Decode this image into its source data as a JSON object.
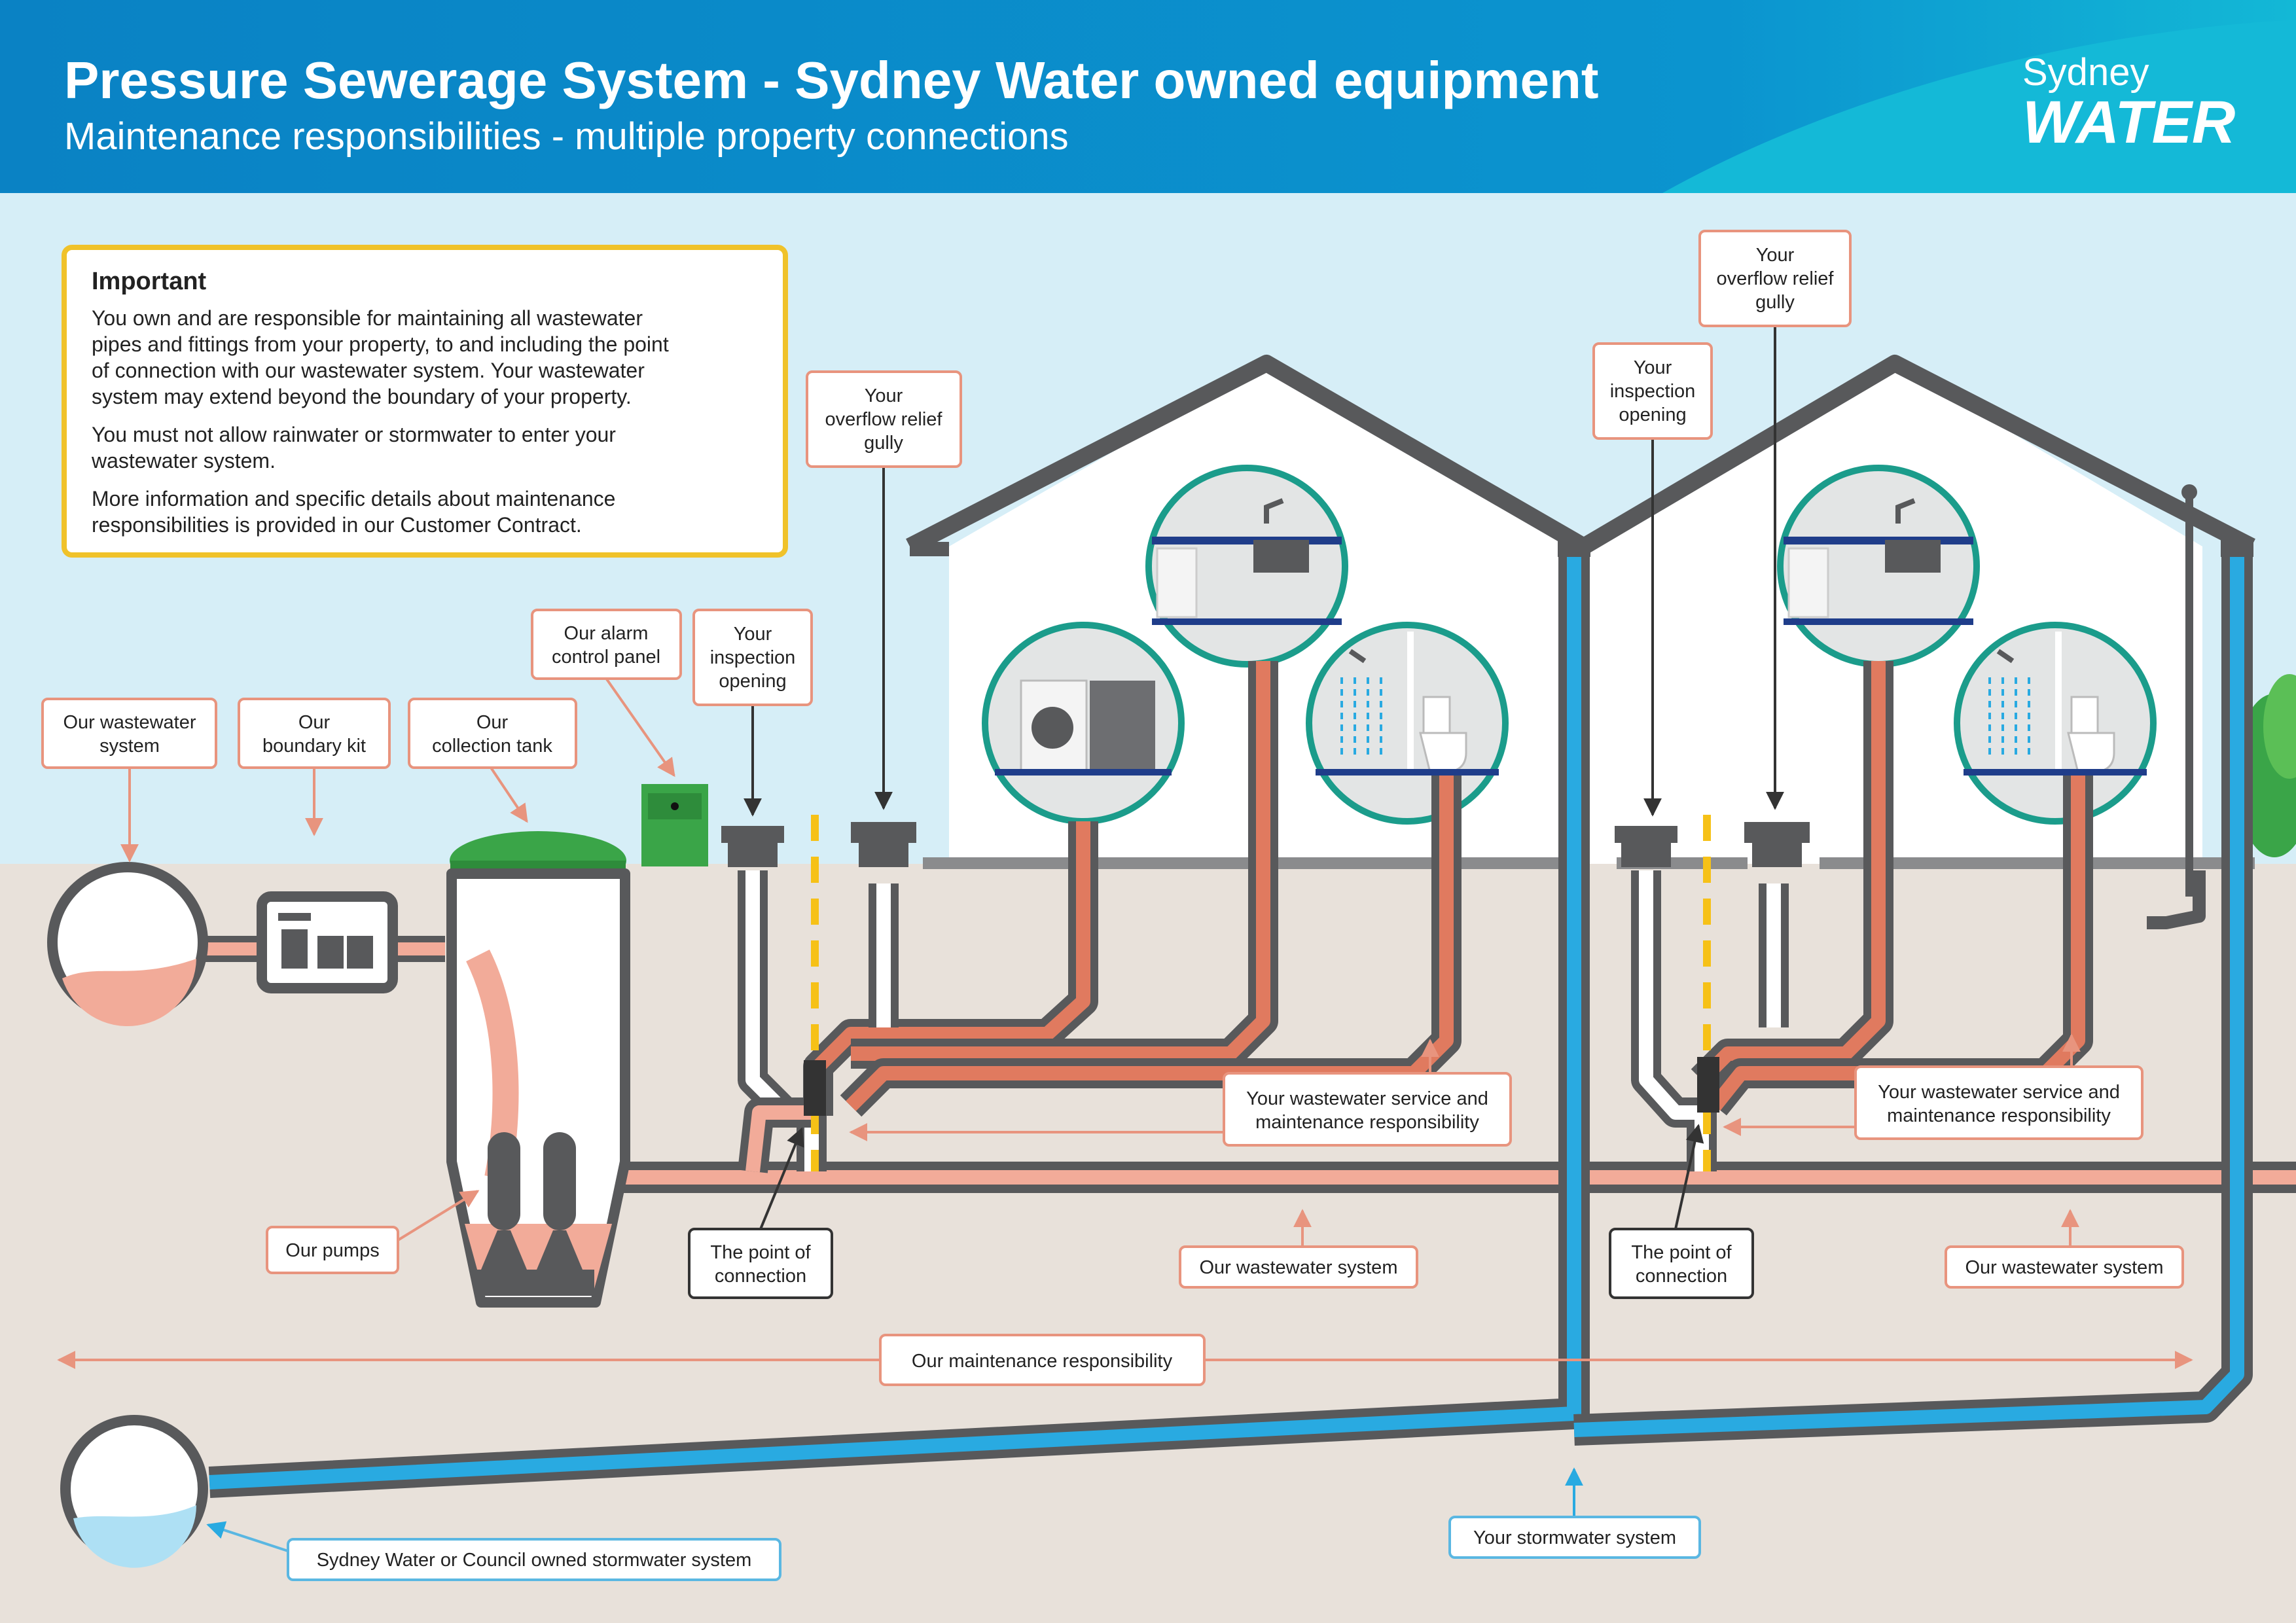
{
  "header": {
    "title": "Pressure Sewerage System - Sydney Water owned equipment",
    "subtitle": "Maintenance responsibilities - multiple property connections",
    "logo_line1": "Sydney",
    "logo_line2": "WATER"
  },
  "important_box": {
    "heading": "Important",
    "paragraph1": [
      "You own and are responsible for maintaining all wastewater",
      "pipes and fittings from your property, to and including the point",
      "of connection with our wastewater system. Your wastewater",
      "system may extend beyond the boundary of your property."
    ],
    "paragraph2": [
      "You must not allow rainwater or stormwater to enter your",
      "wastewater system."
    ],
    "paragraph3": [
      "More information and specific details about maintenance",
      "responsibilities is provided in our Customer Contract."
    ]
  },
  "labels": {
    "our_wastewater_system_main": [
      "Our wastewater",
      "system"
    ],
    "our_boundary_kit": [
      "Our",
      "boundary kit"
    ],
    "our_collection_tank": [
      "Our",
      "collection tank"
    ],
    "our_alarm_control_panel": [
      "Our alarm",
      "control panel"
    ],
    "your_inspection_opening_1": [
      "Your",
      "inspection",
      "opening"
    ],
    "your_overflow_relief_gully_1": [
      "Your",
      "overflow relief",
      "gully"
    ],
    "your_inspection_opening_2": [
      "Your",
      "inspection",
      "opening"
    ],
    "your_overflow_relief_gully_2": [
      "Your",
      "overflow relief",
      "gully"
    ],
    "our_pumps": "Our pumps",
    "point_of_connection_1": [
      "The point of",
      "connection"
    ],
    "point_of_connection_2": [
      "The point of",
      "connection"
    ],
    "service_responsibility_1": [
      "Your wastewater service and",
      "maintenance responsibility"
    ],
    "service_responsibility_2": [
      "Your wastewater service and",
      "maintenance responsibility"
    ],
    "our_wastewater_system_1": "Our wastewater system",
    "our_wastewater_system_2": "Our wastewater system",
    "our_maintenance_responsibility": "Our maintenance responsibility",
    "council_stormwater": "Sydney Water or Council owned stormwater system",
    "your_stormwater_system": "Your stormwater system"
  },
  "colors": {
    "header_blue": "#0a8ac9",
    "header_teal": "#12b6d4",
    "sky": "#d6eef7",
    "ground": "#e8e1da",
    "pipe_gray": "#58595b",
    "wastewater_salmon": "#f2ab99",
    "private_pipe_orange": "#e07a5f",
    "stormwater_blue": "#29aae1",
    "circle_teal": "#1b9c8b",
    "alarm_green": "#3aa548",
    "boundary_yellow": "#f6c117",
    "important_border": "#f0c22a",
    "label_border_salmon": "#e8947e",
    "label_border_dark": "#333333",
    "label_border_blue": "#5ab7e2"
  }
}
